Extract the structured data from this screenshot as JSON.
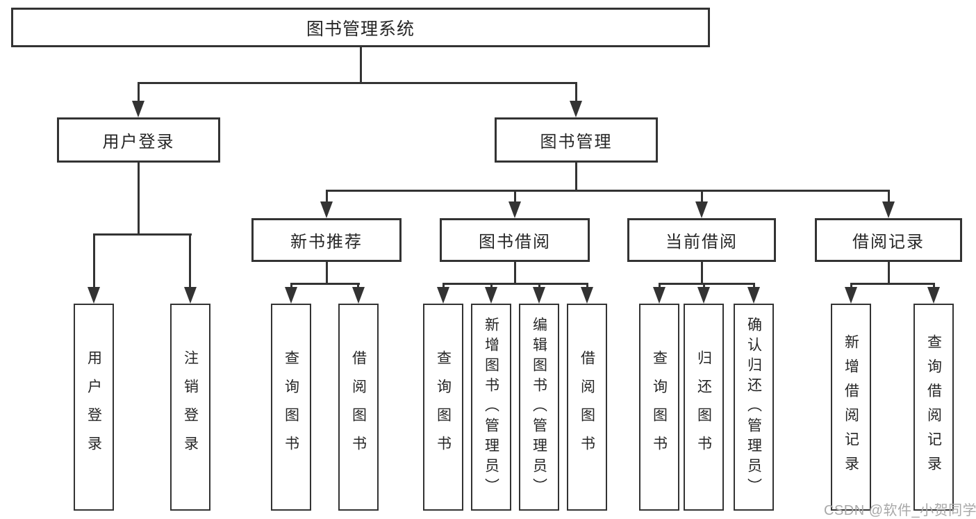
{
  "colors": {
    "line": "#333333",
    "box_border": "#333333",
    "text": "#262626",
    "background": "#ffffff",
    "watermark": "#a8a8a8"
  },
  "tree": {
    "root": {
      "label": "图书管理系统"
    },
    "branches": [
      {
        "label": "用户登录",
        "children": [
          {
            "label": "用户登录"
          },
          {
            "label": "注销登录"
          }
        ]
      },
      {
        "label": "图书管理",
        "children": [
          {
            "label": "新书推荐",
            "children": [
              {
                "label": "查询图书"
              },
              {
                "label": "借阅图书"
              }
            ]
          },
          {
            "label": "图书借阅",
            "children": [
              {
                "label": "查询图书"
              },
              {
                "label": "新增图书（管理员）"
              },
              {
                "label": "编辑图书（管理员）"
              },
              {
                "label": "借阅图书"
              }
            ]
          },
          {
            "label": "当前借阅",
            "children": [
              {
                "label": "查询图书"
              },
              {
                "label": "归还图书"
              },
              {
                "label": "确认归还（管理员）"
              }
            ]
          },
          {
            "label": "借阅记录",
            "children": [
              {
                "label": "新增借阅记录"
              },
              {
                "label": "查询借阅记录"
              }
            ]
          }
        ]
      }
    ]
  },
  "watermark": {
    "text": "CSDN @软件_小贺同学"
  }
}
